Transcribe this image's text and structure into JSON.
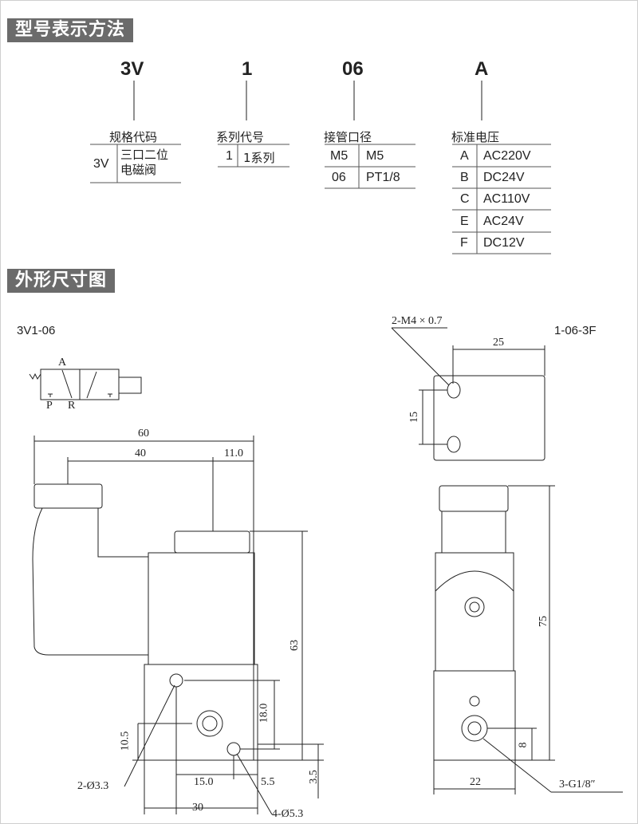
{
  "sections": {
    "model_code": "型号表示方法",
    "dimensions": "外形尺寸图"
  },
  "model_parts": [
    {
      "code": "3V",
      "title": "规格代码",
      "rows": [
        [
          "3V",
          "三口二位电磁阀"
        ]
      ]
    },
    {
      "code": "1",
      "title": "系列代号",
      "rows": [
        [
          "1",
          "1系列"
        ]
      ]
    },
    {
      "code": "06",
      "title": "接管口径",
      "rows": [
        [
          "M5",
          "M5"
        ],
        [
          "06",
          "PT1/8"
        ]
      ]
    },
    {
      "code": "A",
      "title": "标准电压",
      "rows": [
        [
          "A",
          "AC220V"
        ],
        [
          "B",
          "DC24V"
        ],
        [
          "C",
          "AC110V"
        ],
        [
          "E",
          "AC24V"
        ],
        [
          "F",
          "DC12V"
        ]
      ]
    }
  ],
  "drawing": {
    "left_model": "3V1-06",
    "right_model": "1-06-3F",
    "symbol_ports": {
      "a": "A",
      "p": "P",
      "r": "R"
    },
    "dims": {
      "d60": "60",
      "d40": "40",
      "d11": "11.0",
      "d63": "63",
      "d18": "18.0",
      "d10_5": "10.5",
      "d15_0": "15.0",
      "d5_5": "5.5",
      "d3_5": "3.5",
      "d30": "30",
      "hole1": "2-Ø3.3",
      "hole2": "4-Ø5.3",
      "thread": "2-M4 × 0.7",
      "d25": "25",
      "d15": "15",
      "d75": "75",
      "d8": "8",
      "d22": "22",
      "port": "3-G1/8″"
    }
  }
}
